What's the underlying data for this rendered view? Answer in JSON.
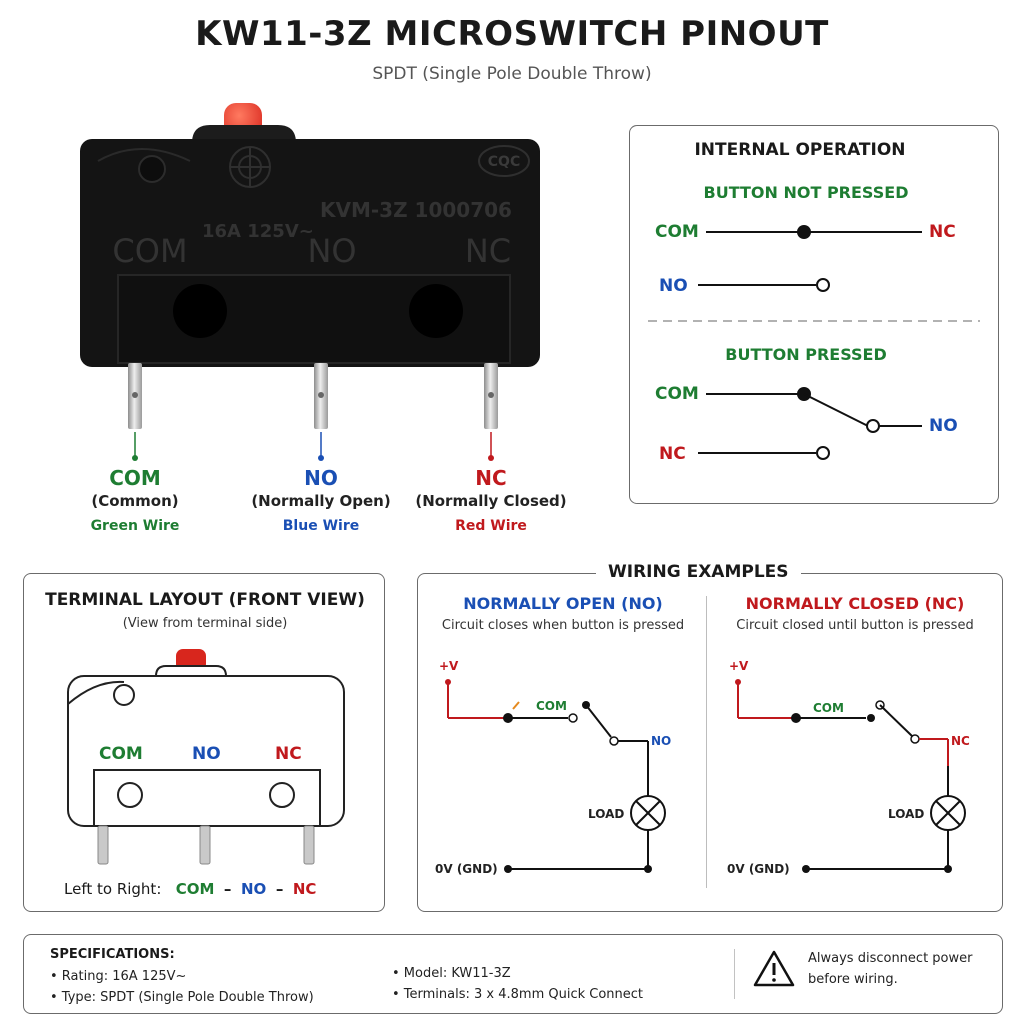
{
  "title": "KW11-3Z MICROSWITCH PINOUT",
  "subtitle": "SPDT (Single Pole Double Throw)",
  "switch_photo": {
    "markings": {
      "brand_logo": "",
      "cert": "CQC",
      "model_serial": "KVM-3Z 1000706",
      "rating": "16A 125V~",
      "com": "COM",
      "no": "NO",
      "nc": "NC"
    }
  },
  "pins": [
    {
      "code": "COM",
      "desc": "(Common)",
      "wire": "Green Wire",
      "color": "#1e7d32"
    },
    {
      "code": "NO",
      "desc": "(Normally Open)",
      "wire": "Blue Wire",
      "color": "#1a4fb4"
    },
    {
      "code": "NC",
      "desc": "(Normally Closed)",
      "wire": "Red Wire",
      "color": "#c0191d"
    }
  ],
  "internal": {
    "heading": "INTERNAL OPERATION",
    "not_pressed": {
      "label": "BUTTON NOT PRESSED",
      "com": "COM",
      "nc": "NC",
      "no": "NO"
    },
    "pressed": {
      "label": "BUTTON PRESSED",
      "com": "COM",
      "no": "NO",
      "nc": "NC"
    }
  },
  "terminal_layout": {
    "heading": "TERMINAL LAYOUT (FRONT VIEW)",
    "subheading": "(View from terminal side)",
    "com": "COM",
    "no": "NO",
    "nc": "NC",
    "order_prefix": "Left to Right:",
    "order": [
      "COM",
      "NO",
      "NC"
    ],
    "separator": "–"
  },
  "wiring": {
    "heading": "WIRING EXAMPLES",
    "no_example": {
      "title": "NORMALLY OPEN (NO)",
      "desc": "Circuit closes when button is pressed",
      "vplus": "+V",
      "com": "COM",
      "term": "NO",
      "load": "LOAD",
      "gnd": "0V (GND)"
    },
    "nc_example": {
      "title": "NORMALLY CLOSED (NC)",
      "desc": "Circuit closed until button is pressed",
      "vplus": "+V",
      "com": "COM",
      "term": "NC",
      "load": "LOAD",
      "gnd": "0V (GND)"
    }
  },
  "specs": {
    "heading": "SPECIFICATIONS:",
    "items": [
      "• Rating: 16A 125V~",
      "• Type: SPDT (Single Pole Double Throw)",
      "• Model: KW11-3Z",
      "• Terminals: 3 x 4.8mm Quick Connect"
    ],
    "warning_line1": "Always disconnect power",
    "warning_line2": "before wiring."
  },
  "colors": {
    "green": "#1e7d32",
    "blue": "#1a4fb4",
    "red": "#c0191d",
    "switch_body": "#141414",
    "actuator": "#e8322a"
  }
}
